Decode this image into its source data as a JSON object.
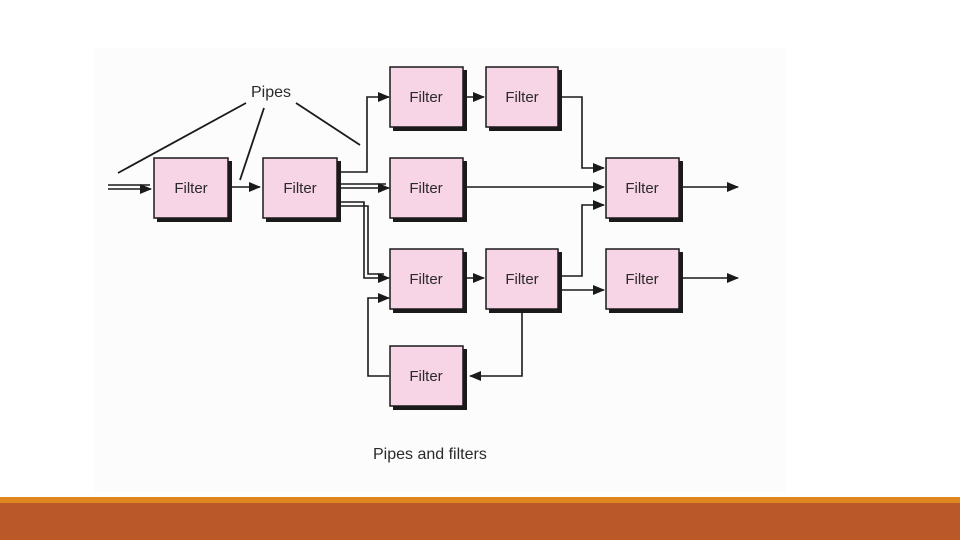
{
  "diagram": {
    "callout_label": "Pipes",
    "filter_label": "Filter",
    "caption": "Pipes and filters"
  },
  "colors": {
    "filter_fill": "#f7d4e6",
    "stroke": "#1a1a1a",
    "accent_bar": "#e0861f",
    "footer_bar": "#bb5828"
  }
}
